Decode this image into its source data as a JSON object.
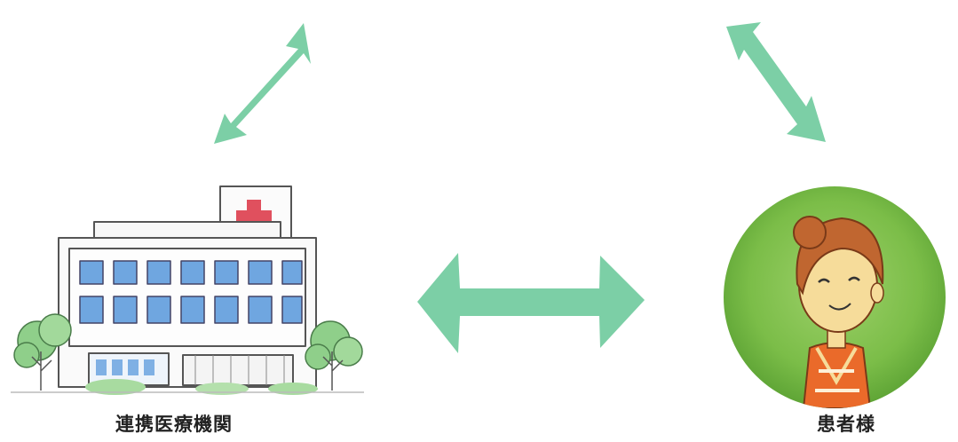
{
  "nodes": {
    "hospital": {
      "label": "連携医療機関",
      "icon": "hospital-building"
    },
    "patient": {
      "label": "患者様",
      "icon": "smiling-person-portrait"
    }
  },
  "colors": {
    "arrow": "#7ccfa6",
    "cross": "#e0505e",
    "window": "#6fa6e0",
    "tree": "#8fcf8a",
    "patient_bg": "#78bb45",
    "hair": "#c06630",
    "skin": "#f6dc9a",
    "shirt": "#ea6a2a"
  }
}
